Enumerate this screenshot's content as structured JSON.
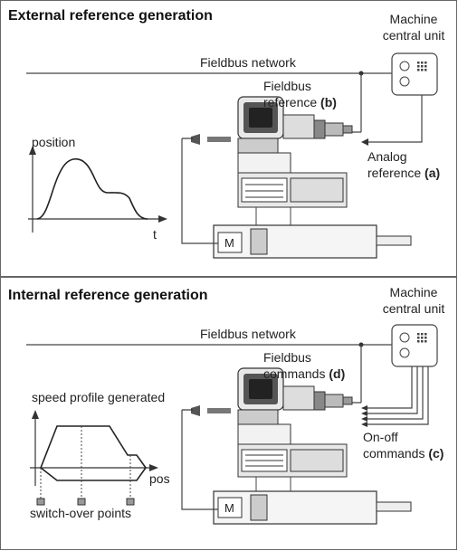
{
  "external": {
    "title": "External reference generation",
    "machine_unit": [
      "Machine",
      "central unit"
    ],
    "fieldbus_network": "Fieldbus network",
    "fieldbus_reference": [
      "Fieldbus",
      "reference",
      "(b)"
    ],
    "analog_reference": [
      "Analog",
      "reference",
      "(a)"
    ],
    "graph_ylabel": "position",
    "graph_xlabel": "t",
    "motor_label": "M"
  },
  "internal": {
    "title": "Internal reference generation",
    "machine_unit": [
      "Machine",
      "central unit"
    ],
    "fieldbus_network": "Fieldbus network",
    "fieldbus_commands": [
      "Fieldbus",
      "commands",
      "(d)"
    ],
    "onoff_commands": [
      "On-off",
      "commands",
      "(c)"
    ],
    "graph_title": "speed profile generated",
    "graph_xlabel": "pos",
    "switch_points": "switch-over points",
    "motor_label": "M"
  }
}
